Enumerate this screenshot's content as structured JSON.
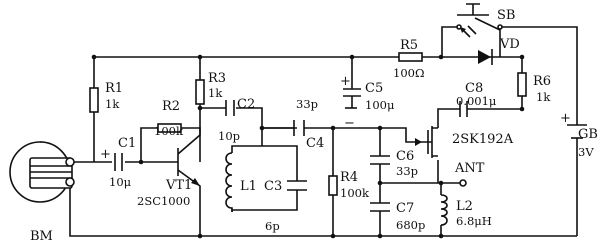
{
  "components": {
    "R1": {
      "ref": "R1",
      "value": "1k"
    },
    "R2": {
      "ref": "R2",
      "value": "100k"
    },
    "R3": {
      "ref": "R3",
      "value": "1k"
    },
    "R4": {
      "ref": "R4",
      "value": "100k"
    },
    "R5": {
      "ref": "R5",
      "value": "100Ω"
    },
    "R6": {
      "ref": "R6",
      "value": "1k"
    },
    "C1": {
      "ref": "C1",
      "value": "10μ"
    },
    "C2": {
      "ref": "C2",
      "value": "10p"
    },
    "C3": {
      "ref": "C3",
      "value": "6p"
    },
    "C4": {
      "ref": "C4",
      "value": "33p"
    },
    "C5": {
      "ref": "C5",
      "value": "100μ"
    },
    "C6": {
      "ref": "C6",
      "value": "33p"
    },
    "C7": {
      "ref": "C7",
      "value": "680p"
    },
    "C8": {
      "ref": "C8",
      "value": "0.001μ"
    },
    "L1": {
      "ref": "L1"
    },
    "L2": {
      "ref": "L2",
      "value": "6.8μH"
    },
    "VT1": {
      "ref": "VT1",
      "part": "2SC1000"
    },
    "FET": {
      "part": "2SK192A"
    },
    "VD": {
      "ref": "VD"
    },
    "SB": {
      "ref": "SB"
    },
    "GB": {
      "ref": "GB",
      "value": "3V"
    },
    "BM": {
      "ref": "BM"
    },
    "ANT": {
      "ref": "ANT"
    }
  },
  "symbols": {
    "plus": "+",
    "minus": "−"
  }
}
